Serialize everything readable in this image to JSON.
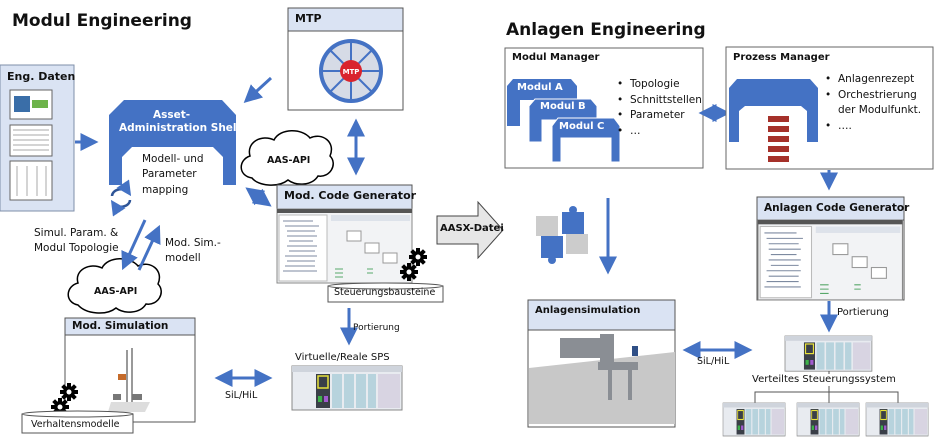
{
  "left_section": {
    "title": "Modul Engineering",
    "eng_daten": {
      "title": "Eng. Daten"
    },
    "aas": {
      "title_line1": "Asset-",
      "title_line2": "Administration Shell",
      "body_line1": "Modell- und",
      "body_line2": "Parameter",
      "body_line3": "mapping"
    },
    "mtp": {
      "title": "MTP",
      "center_label": "MTP"
    },
    "aas_api_top": "AAS-API",
    "aas_api_bottom": "AAS-API",
    "code_generator": {
      "title": "Mod. Code Generator",
      "storage": "Steuerungsbausteine"
    },
    "simul_param_line1": "Simul. Param. &",
    "simul_param_line2": "Modul Topologie",
    "sim_model_line1": "Mod. Sim.-",
    "sim_model_line2": "modell",
    "simulation": {
      "title": "Mod. Simulation",
      "storage": "Verhaltensmodelle"
    },
    "sil_hil": "SiL/HiL",
    "portierung": "Portierung",
    "plc_label": "Virtuelle/Reale SPS"
  },
  "transfer": {
    "label": "AASX-Datei"
  },
  "right_section": {
    "title": "Anlagen Engineering",
    "modul_manager": {
      "title": "Modul Manager",
      "modules": [
        "Modul A",
        "Modul B",
        "Modul C"
      ],
      "bullets": [
        "Topologie",
        "Schnittstellen",
        "Parameter",
        "…"
      ]
    },
    "prozess_manager": {
      "title": "Prozess Manager",
      "bullets": [
        "Anlagenrezept",
        "Orchestrierung der Modulfunkt.",
        "…."
      ]
    },
    "code_generator": {
      "title": "Anlagen Code Generator"
    },
    "portierung": "Portierung",
    "simulation": {
      "title": "Anlagensimulation"
    },
    "sil_hil": "SiL/HiL",
    "dcs_label": "Verteiltes Steuerungssystem"
  },
  "colors": {
    "accent_blue": "#4472c4",
    "header_fill": "#dae3f3",
    "mtp_red": "#d9232d",
    "recipe_red": "#a5312a"
  }
}
